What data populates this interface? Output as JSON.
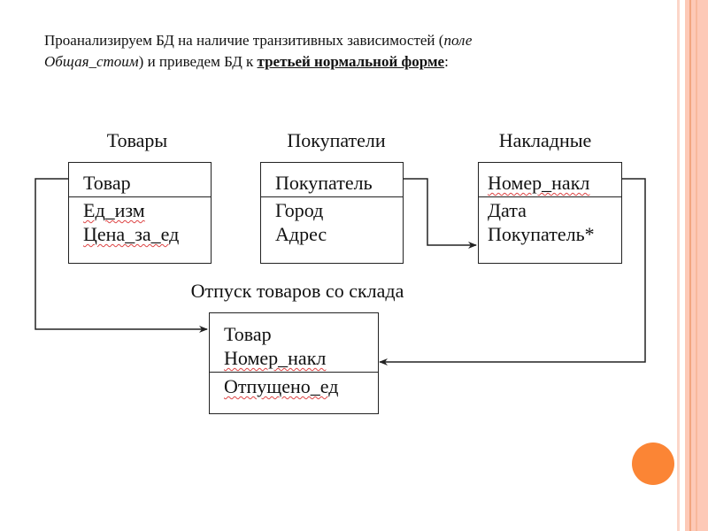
{
  "intro": {
    "part1": "Проанализируем БД на наличие транзитивных зависимостей  (",
    "italic1": "поле",
    "newline_italic": "Общая_стоим",
    "part2": ") и приведем БД к ",
    "bold_underlined": "третьей нормальной форме",
    "part3": ":"
  },
  "tables": {
    "goods": {
      "title": "Товары",
      "key_fields": [
        "Товар"
      ],
      "fields": [
        "Ед_изм",
        "Цена_за_ед"
      ]
    },
    "customers": {
      "title": "Покупатели",
      "key_fields": [
        "Покупатель"
      ],
      "fields": [
        "Город",
        "Адрес"
      ]
    },
    "invoices": {
      "title": "Накладные",
      "key_fields": [
        "Номер_накл"
      ],
      "fields": [
        "Дата",
        "Покупатель*"
      ]
    },
    "shipments": {
      "title": "Отпуск товаров со склада",
      "key_fields": [
        "Товар",
        "Номер_накл"
      ],
      "fields": [
        "Отпущено_ед"
      ]
    }
  },
  "relations": [
    {
      "from": "Товары.Товар",
      "to": "Отпуск товаров со склада.Товар"
    },
    {
      "from": "Покупатели.Покупатель",
      "to": "Накладные.Покупатель*"
    },
    {
      "from": "Накладные.Номер_накл",
      "to": "Отпуск товаров со склада.Номер_накл"
    }
  ],
  "colors": {
    "accent_orange": "#fb8535",
    "stripe_light": "#fdc9b7",
    "stripe_dark": "#f4a882",
    "line": "#222222"
  }
}
